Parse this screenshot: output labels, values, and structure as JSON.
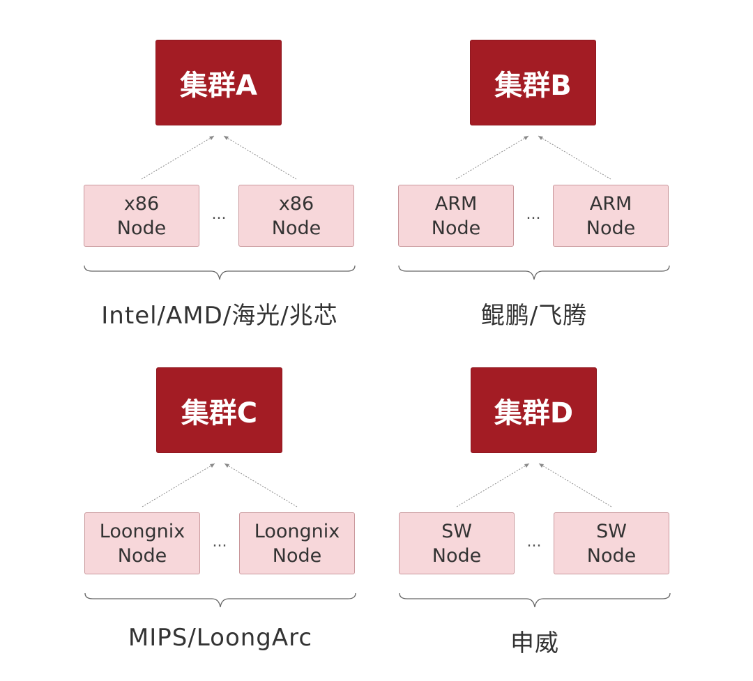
{
  "groups": [
    {
      "cluster": "集群A",
      "node_left": [
        "x86",
        "Node"
      ],
      "node_right": [
        "x86",
        "Node"
      ],
      "ellipsis": "...",
      "vendor": "Intel/AMD/海光/兆芯"
    },
    {
      "cluster": "集群B",
      "node_left": [
        "ARM",
        "Node"
      ],
      "node_right": [
        "ARM",
        "Node"
      ],
      "ellipsis": "...",
      "vendor": "鲲鹏/飞腾"
    },
    {
      "cluster": "集群C",
      "node_left": [
        "Loongnix",
        "Node"
      ],
      "node_right": [
        "Loongnix",
        "Node"
      ],
      "ellipsis": "...",
      "vendor": "MIPS/LoongArc"
    },
    {
      "cluster": "集群D",
      "node_left": [
        "SW",
        "Node"
      ],
      "node_right": [
        "SW",
        "Node"
      ],
      "ellipsis": "...",
      "vendor": "申威"
    }
  ],
  "colors": {
    "cluster_fill": "#a31c24",
    "node_fill": "#f7d7da",
    "node_border": "#c9979b",
    "text": "#333333"
  }
}
